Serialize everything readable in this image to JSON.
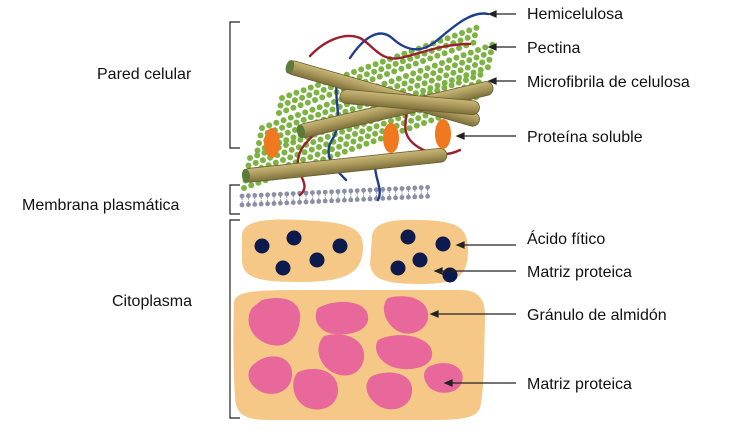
{
  "labels": {
    "left": {
      "cell_wall": "Pared celular",
      "plasma_membrane": "Membrana plasmática",
      "cytoplasm": "Citoplasma"
    },
    "right": {
      "hemicellulose": "Hemicelulosa",
      "pectin": "Pectina",
      "cellulose_microfibril": "Microfibrila de celulosa",
      "soluble_protein": "Proteína soluble",
      "phytic_acid": "Ácido fítico",
      "protein_matrix_upper": "Matriz proteica",
      "starch_granule": "Gránulo de almidón",
      "protein_matrix_lower": "Matriz proteica"
    }
  },
  "colors": {
    "matrix_fill": "#f6c887",
    "phytic_acid": "#0d1a4d",
    "starch": "#e8689b",
    "microfibril": "#a8975a",
    "pectin": "#9b1f2c",
    "hemicellulose": "#1e3d8f",
    "soluble_protein": "#f0781e",
    "wall_dots": "#7cb342",
    "membrane_dots": "#8a8fa3"
  }
}
